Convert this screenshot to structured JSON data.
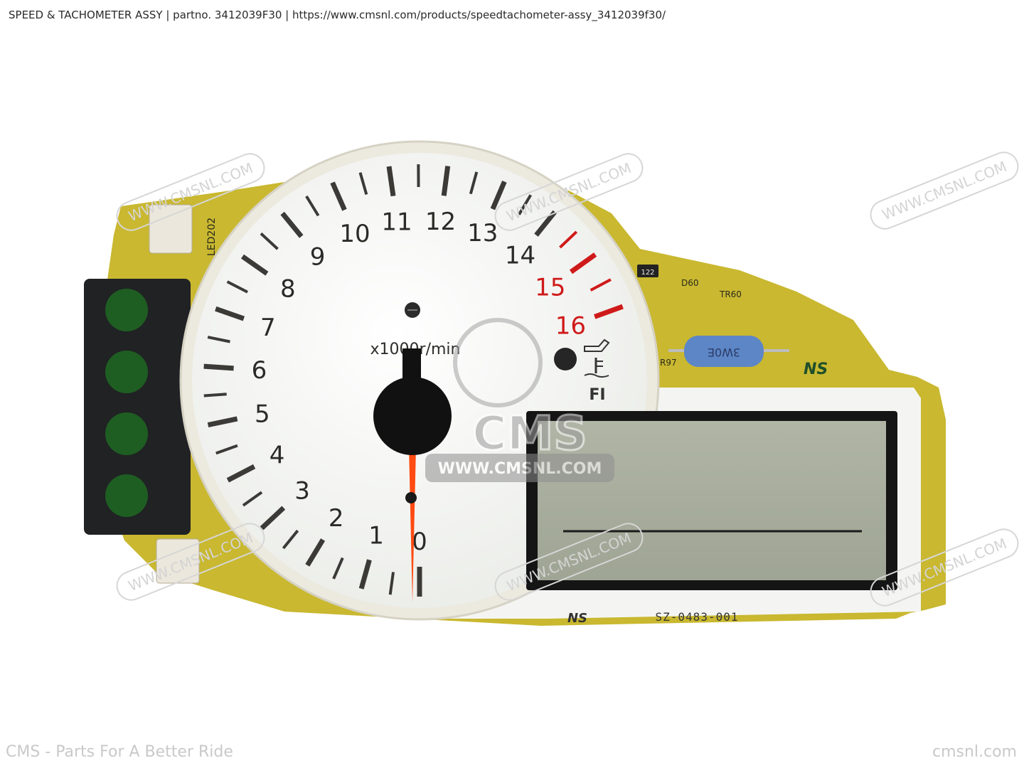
{
  "header": {
    "caption": "SPEED & TACHOMETER ASSY | partno. 3412039F30  | https://www.cmsnl.com/products/speedtachometer-assy_3412039f30/"
  },
  "gauge": {
    "unit_label": "x1000r/min",
    "tick_numbers": [
      "0",
      "1",
      "2",
      "3",
      "4",
      "5",
      "6",
      "7",
      "8",
      "9",
      "10",
      "11",
      "12",
      "13",
      "14",
      "15",
      "16"
    ],
    "redline_from": 15,
    "needle_value": 0
  },
  "resistor_code": "3W0E",
  "component_labels": {
    "led": "LED202",
    "chip": "122",
    "d60": "D60",
    "tr60": "TR60",
    "r97": "R97"
  },
  "lcd": {
    "model_code": "SZ-0483-001"
  },
  "badges": {
    "brand_mark": "NS",
    "indicator_fi": "FI"
  },
  "watermarks": {
    "url_text": "WWW.CMSNL.COM",
    "logo_text": "CMS"
  },
  "footer": {
    "left": "CMS - Parts For A Better Ride",
    "right": "cmsnl.com"
  },
  "colors": {
    "pcb": "#c9b830",
    "dial": "#f4f5f2",
    "ticks": "#3b3a36",
    "redline": "#cf1a1a",
    "needle": "#ff4a12",
    "lcd": "#a7ad9c",
    "connector": "#202224",
    "resistor": "#5d86c6"
  }
}
